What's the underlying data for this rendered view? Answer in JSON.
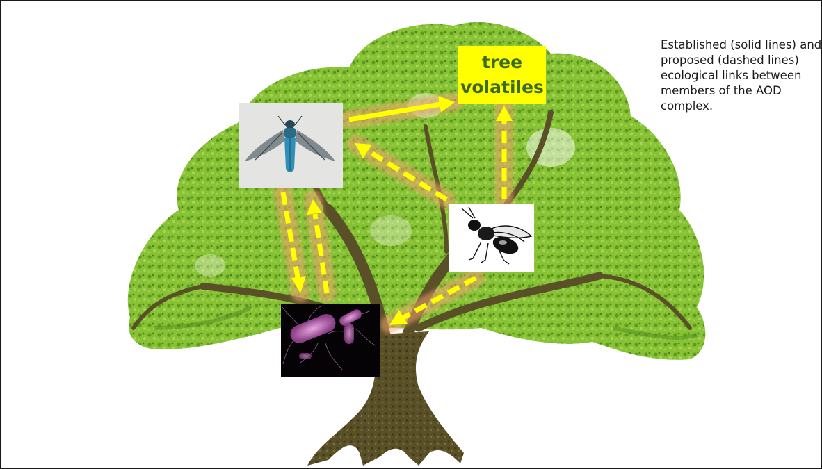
{
  "caption": "Established (solid lines) and proposed (dashed lines) ecological links between members of the AOD complex.",
  "node_label": {
    "line1": "tree",
    "line2": "volatiles"
  },
  "nodes": {
    "beetle": {
      "icon": "jewel-beetle-photo"
    },
    "wasp": {
      "icon": "parasitoid-wasp-drawing"
    },
    "bacteria": {
      "icon": "rod-bacteria-micrograph"
    },
    "tree": {
      "icon": "oak-tree"
    }
  },
  "links": [
    {
      "from": "beetle",
      "to": "tree volatiles",
      "style": "solid"
    },
    {
      "from": "wasp",
      "to": "tree volatiles",
      "style": "dashed"
    },
    {
      "from": "wasp",
      "to": "beetle",
      "style": "dashed"
    },
    {
      "from": "beetle",
      "to": "bacteria",
      "style": "dashed"
    },
    {
      "from": "bacteria",
      "to": "beetle",
      "style": "dashed"
    },
    {
      "from": "wasp",
      "to": "bacteria",
      "style": "dashed"
    }
  ],
  "colors": {
    "arrow": "#ffff00",
    "glow": "#f4a070",
    "foliage": "#7db92c",
    "foliage_dark": "#4e8a1c",
    "trunk": "#5a5028",
    "label_bg": "#ffff00",
    "label_text": "#3d6b1e"
  }
}
